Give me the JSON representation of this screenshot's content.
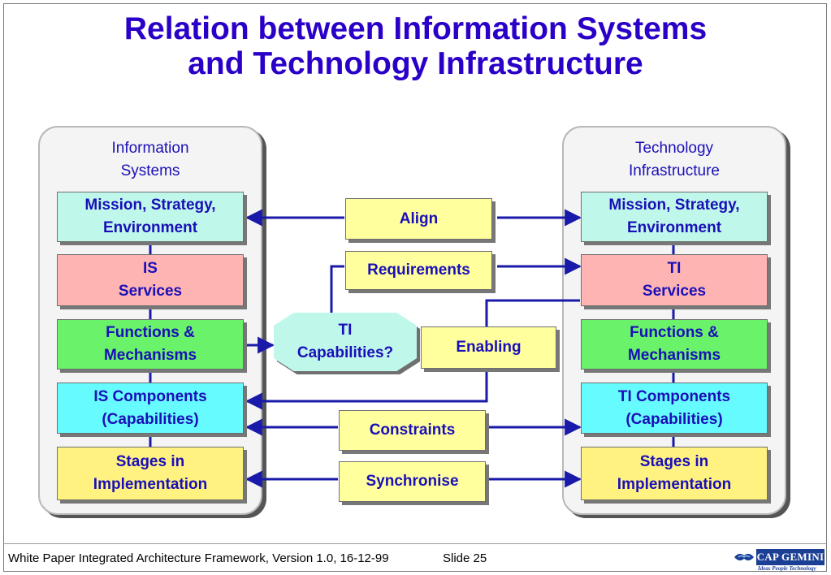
{
  "title_lines": [
    "Relation between Information Systems",
    "and Technology Infrastructure"
  ],
  "left_panel": {
    "heading_lines": [
      "Information",
      "Systems"
    ],
    "boxes": [
      {
        "lines": [
          "Mission, Strategy,",
          "Environment"
        ],
        "color": "#bff8ea"
      },
      {
        "lines": [
          "IS",
          "Services"
        ],
        "color": "#ffb4b4"
      },
      {
        "lines": [
          "Functions &",
          "Mechanisms"
        ],
        "color": "#6af26a"
      },
      {
        "lines": [
          "IS Components",
          "(Capabilities)"
        ],
        "color": "#66fcff"
      },
      {
        "lines": [
          "Stages in",
          "Implementation"
        ],
        "color": "#fff280"
      }
    ]
  },
  "right_panel": {
    "heading_lines": [
      "Technology",
      "Infrastructure"
    ],
    "boxes": [
      {
        "lines": [
          "Mission, Strategy,",
          "Environment"
        ],
        "color": "#bff8ea"
      },
      {
        "lines": [
          "TI",
          "Services"
        ],
        "color": "#ffb4b4"
      },
      {
        "lines": [
          "Functions &",
          "Mechanisms"
        ],
        "color": "#6af26a"
      },
      {
        "lines": [
          "TI Components",
          "(Capabilities)"
        ],
        "color": "#66fcff"
      },
      {
        "lines": [
          "Stages in",
          "Implementation"
        ],
        "color": "#fff280"
      }
    ]
  },
  "middle": {
    "align": "Align",
    "requirements": "Requirements",
    "ti_capabilities_lines": [
      "TI",
      "Capabilities?"
    ],
    "enabling": "Enabling",
    "constraints": "Constraints",
    "synchronise": "Synchronise"
  },
  "colors": {
    "title": "#2a00c8",
    "label_text": "#1a0fb8",
    "connector": "#1a1aaa",
    "middle_box": "#ffff9e"
  },
  "footer": {
    "caption": "White Paper Integrated Architecture Framework, Version 1.0, 16-12-99",
    "slide": "Slide 25",
    "logo_name": "CAP GEMINI",
    "logo_tagline": "Ideas People Technology"
  }
}
